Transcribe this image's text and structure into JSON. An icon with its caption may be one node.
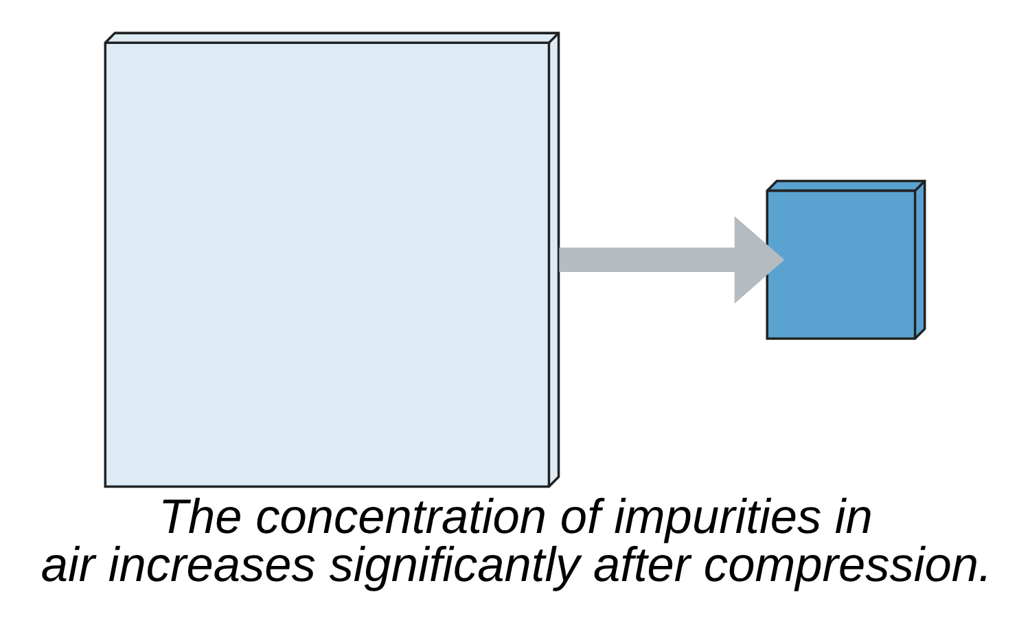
{
  "diagram": {
    "caption": "The concentration of impurities in air increases significantly after compression.",
    "nodes": [
      {
        "text": [],
        "shape": "box"
      },
      {
        "text": [],
        "shape": "box"
      }
    ],
    "edges": [
      {
        "from": 0,
        "to": 1,
        "arrow": "to",
        "color": "#b4bbc1"
      }
    ]
  }
}
